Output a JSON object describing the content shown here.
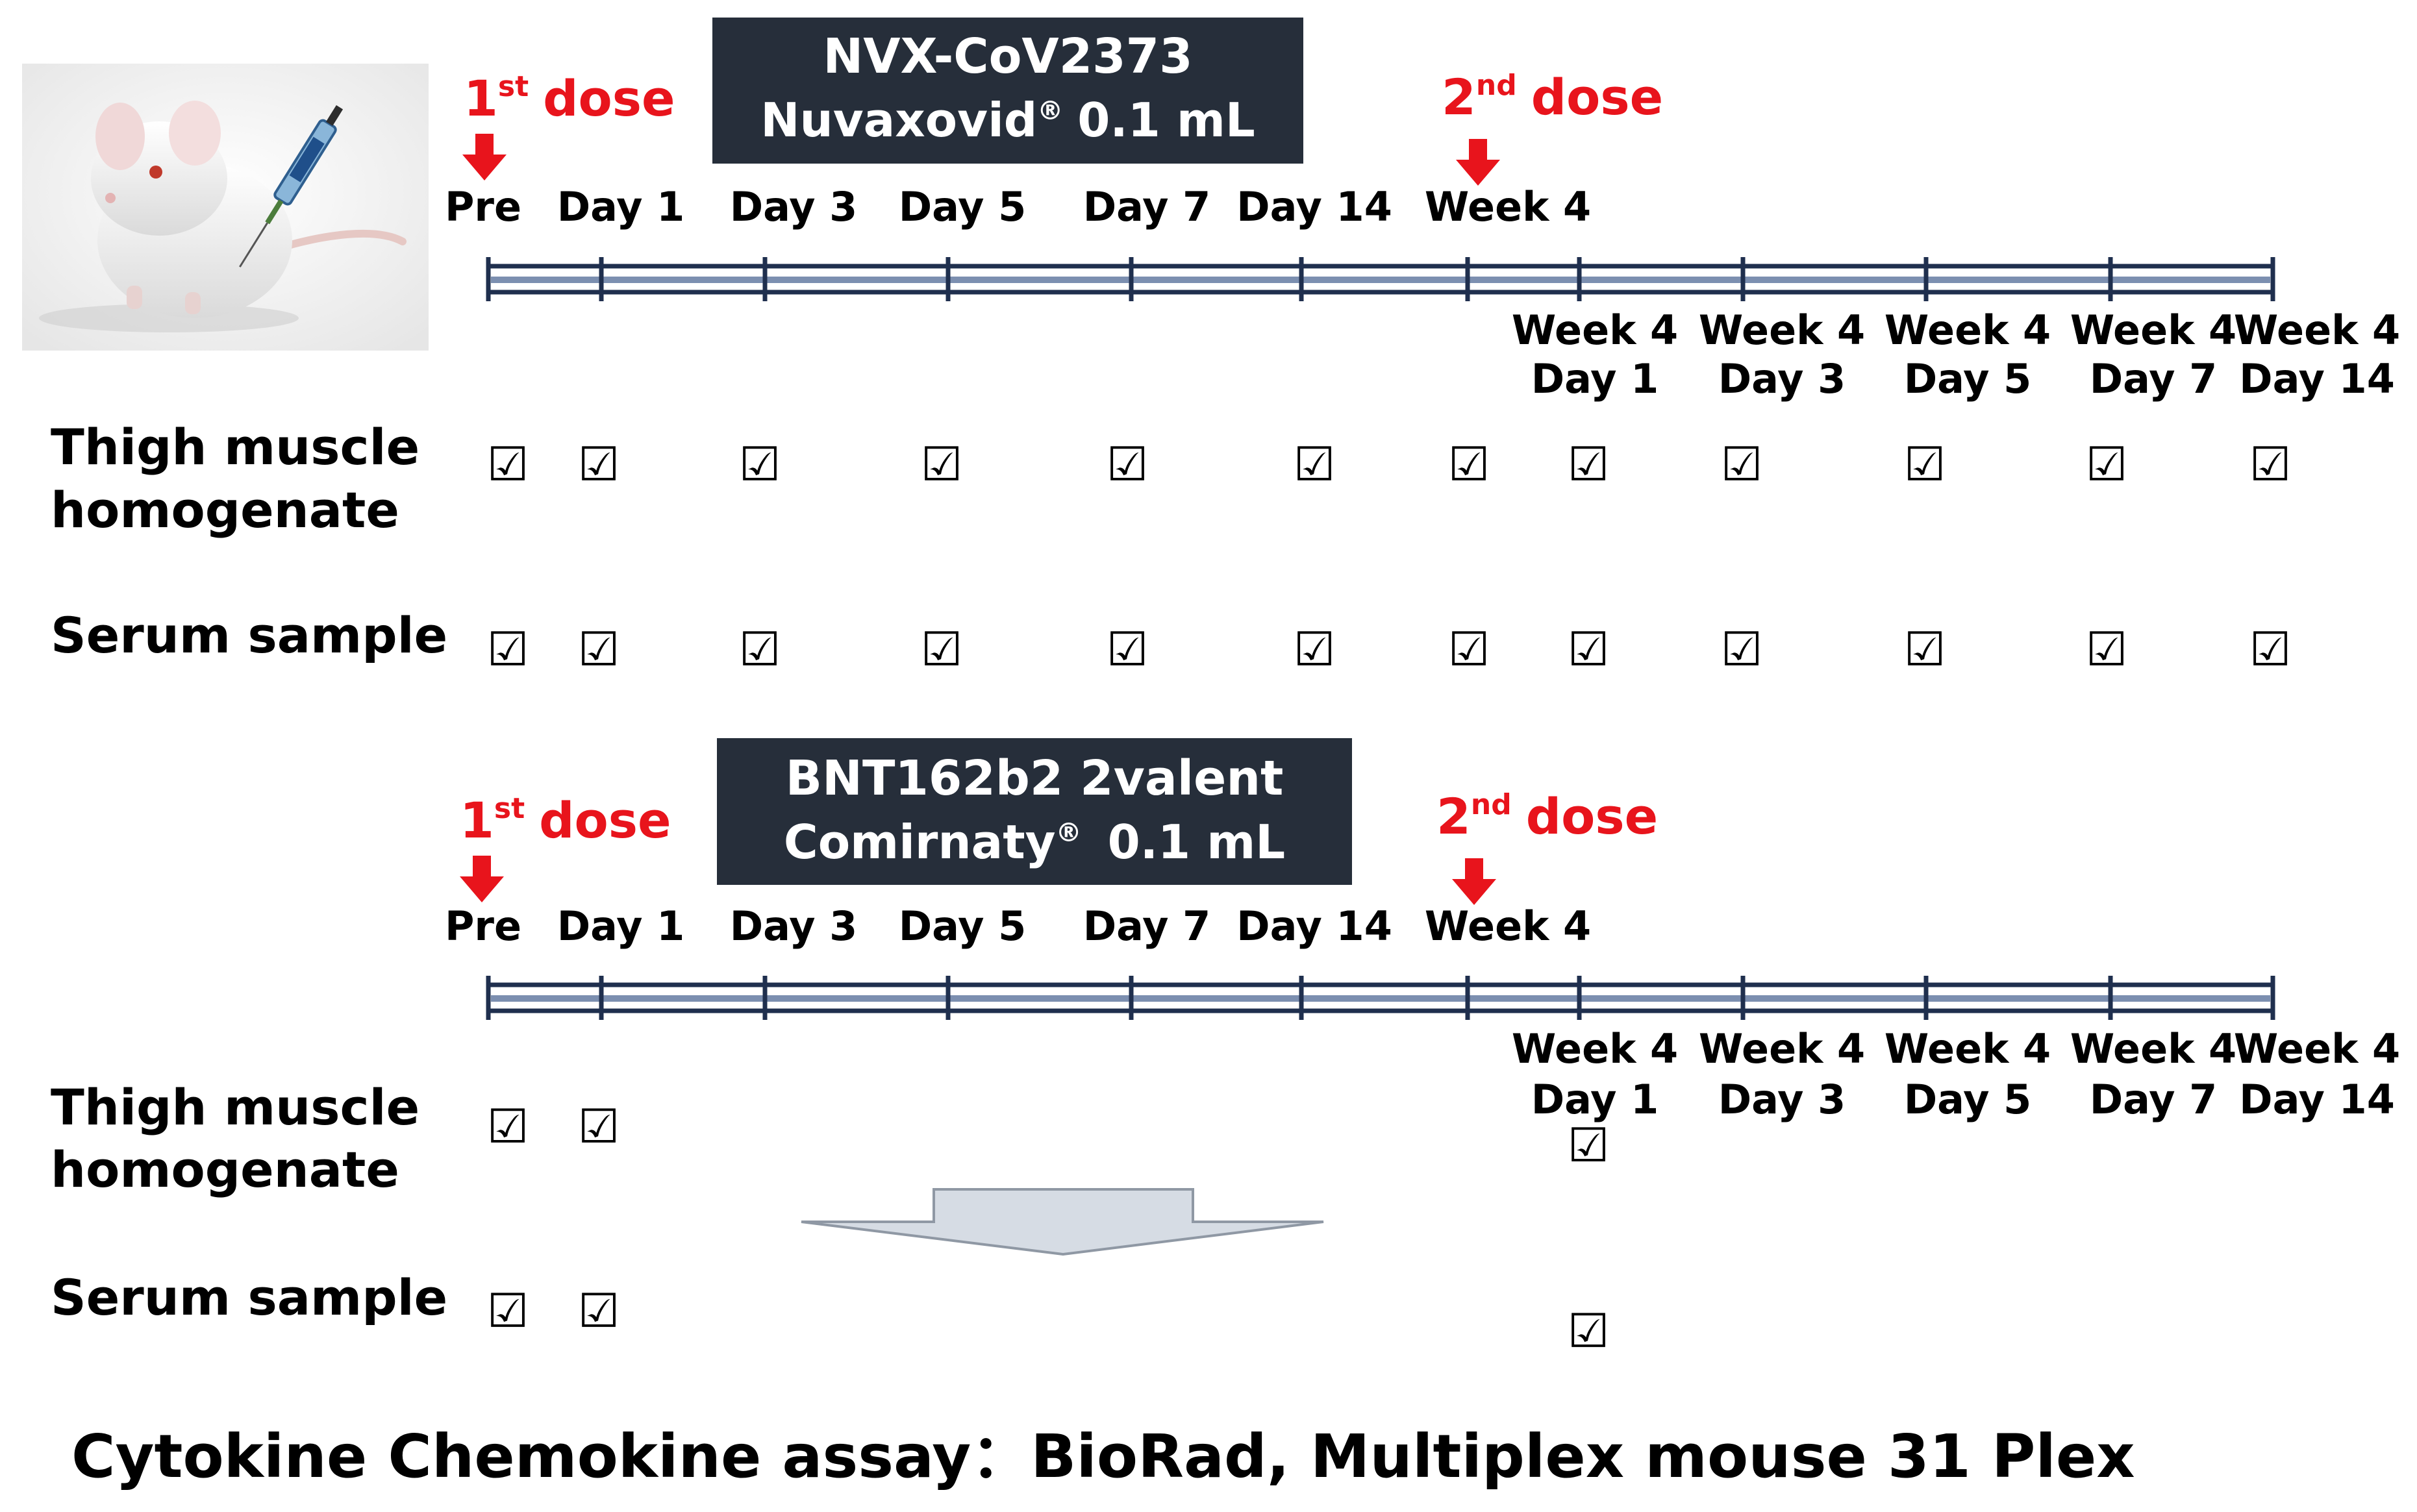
{
  "panels": [
    {
      "vaccine_name": "NVX-CoV2373",
      "brand": "Nuvaxovid",
      "brand_mark": "®",
      "dose_volume": "0.1 mL",
      "first_dose": {
        "num": "1",
        "sup": "st",
        "word": "dose"
      },
      "second_dose": {
        "num": "2",
        "sup": "nd",
        "word": "dose"
      },
      "top_labels": [
        "Pre",
        "Day 1",
        "Day 3",
        "Day 5",
        "Day 7",
        "Day 14",
        "Week 4"
      ],
      "bottom_labels": [
        [
          "Week 4",
          "Day 1"
        ],
        [
          "Week 4",
          "Day 3"
        ],
        [
          "Week 4",
          "Day 5"
        ],
        [
          "Week 4",
          "Day 7"
        ],
        [
          "Week 4",
          "Day 14"
        ]
      ],
      "rows": [
        {
          "label_lines": [
            "Thigh muscle",
            "homogenate"
          ],
          "checked": [
            true,
            true,
            true,
            true,
            true,
            true,
            true,
            true,
            true,
            true,
            true,
            true
          ]
        },
        {
          "label_lines": [
            "Serum sample"
          ],
          "checked": [
            true,
            true,
            true,
            true,
            true,
            true,
            true,
            true,
            true,
            true,
            true,
            true
          ]
        }
      ]
    },
    {
      "vaccine_name": "BNT162b2 2valent",
      "brand": "Comirnaty",
      "brand_mark": "®",
      "dose_volume": "0.1 mL",
      "first_dose": {
        "num": "1",
        "sup": "st",
        "word": "dose"
      },
      "second_dose": {
        "num": "2",
        "sup": "nd",
        "word": "dose"
      },
      "top_labels": [
        "Pre",
        "Day 1",
        "Day 3",
        "Day 5",
        "Day 7",
        "Day 14",
        "Week 4"
      ],
      "bottom_labels": [
        [
          "Week 4",
          "Day 1"
        ],
        [
          "Week 4",
          "Day 3"
        ],
        [
          "Week 4",
          "Day 5"
        ],
        [
          "Week 4",
          "Day 7"
        ],
        [
          "Week 4",
          "Day 14"
        ]
      ],
      "rows": [
        {
          "label_lines": [
            "Thigh muscle",
            "homogenate"
          ],
          "checked": [
            true,
            true,
            false,
            false,
            false,
            false,
            false,
            true,
            false,
            false,
            false,
            false
          ]
        },
        {
          "label_lines": [
            "Serum sample"
          ],
          "checked": [
            true,
            true,
            false,
            false,
            false,
            false,
            false,
            true,
            false,
            false,
            false,
            false
          ]
        }
      ]
    }
  ],
  "checkbox_glyph": "☑",
  "footer": "Cytokine Chemokine assay：BioRad, Multiplex mouse 31 Plex",
  "colors": {
    "dose_red": "#e8141c",
    "title_box": "#262e3a",
    "timeline_dark": "#1f2f4e",
    "timeline_light": "#7c8fb0",
    "arrow_fill": "#d6dce4",
    "text": "#000000"
  },
  "icons": [
    "mouse-with-syringe-illustration",
    "red-down-arrow-icon",
    "checkbox-checked-icon",
    "gray-down-arrow-shape"
  ]
}
